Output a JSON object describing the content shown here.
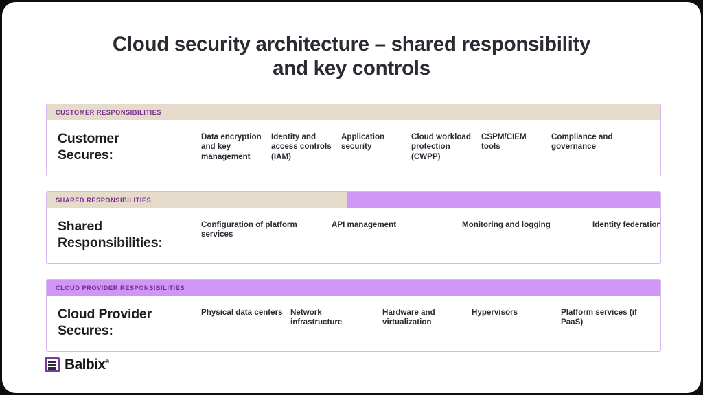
{
  "title": {
    "line1": "Cloud security architecture – shared responsibility",
    "line2": "and key controls"
  },
  "colors": {
    "beige": "#e5dbca",
    "purple": "#ce96f5",
    "purple_text": "#7b2d8e",
    "border": "#d9b6ee",
    "dark_text": "#2b2b33",
    "logo_purple": "#7a3b9e"
  },
  "sections": [
    {
      "id": "customer",
      "header_label": "CUSTOMER RESPONSIBILITIES",
      "header_fill": "beige",
      "header_split_percent": 100,
      "title_line1": "Customer",
      "title_line2": "Secures:",
      "items": [
        "Data encryption and key management",
        "Identity and access controls (IAM)",
        "Application security",
        "Cloud workload protection (CWPP)",
        "CSPM/CIEM tools",
        "Compliance and governance"
      ]
    },
    {
      "id": "shared",
      "header_label": "SHARED RESPONSIBILITIES",
      "header_fill": "split",
      "header_split_percent": 49,
      "title_line1": "Shared",
      "title_line2": "Responsibilities:",
      "items": [
        "Configuration of platform services",
        "API management",
        "Monitoring and logging",
        "Identity federation"
      ]
    },
    {
      "id": "provider",
      "header_label": "CLOUD PROVIDER RESPONSIBILITIES",
      "header_fill": "purple",
      "header_split_percent": 0,
      "title_line1": "Cloud Provider",
      "title_line2": "Secures:",
      "items": [
        "Physical data centers",
        "Network infrastructure",
        "Hardware and virtualization",
        "Hypervisors",
        "Platform services (if PaaS)"
      ]
    }
  ],
  "logo": {
    "name": "Balbix",
    "registered_mark": "®"
  }
}
